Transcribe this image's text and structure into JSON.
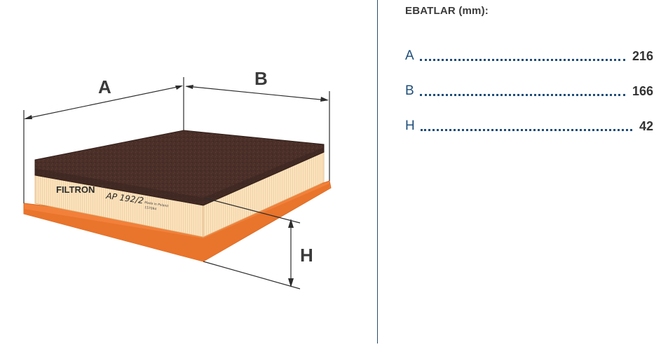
{
  "illustration": {
    "brand": "FILTRON",
    "registered_mark": "®",
    "part_number": "AP 192/2",
    "made_in": "Made in Poland",
    "batch_code": "157094",
    "dimension_letters": {
      "a": "A",
      "b": "B",
      "h": "H"
    },
    "colors": {
      "foam_top": "#4a2f28",
      "filter_body": "#fbe3bf",
      "frame": "#f2803a",
      "lines": "#2d2d2d"
    }
  },
  "specs": {
    "title": "EBATLAR (mm):",
    "rows": [
      {
        "label": "A",
        "value": "216"
      },
      {
        "label": "B",
        "value": "166"
      },
      {
        "label": "H",
        "value": "42"
      }
    ]
  }
}
